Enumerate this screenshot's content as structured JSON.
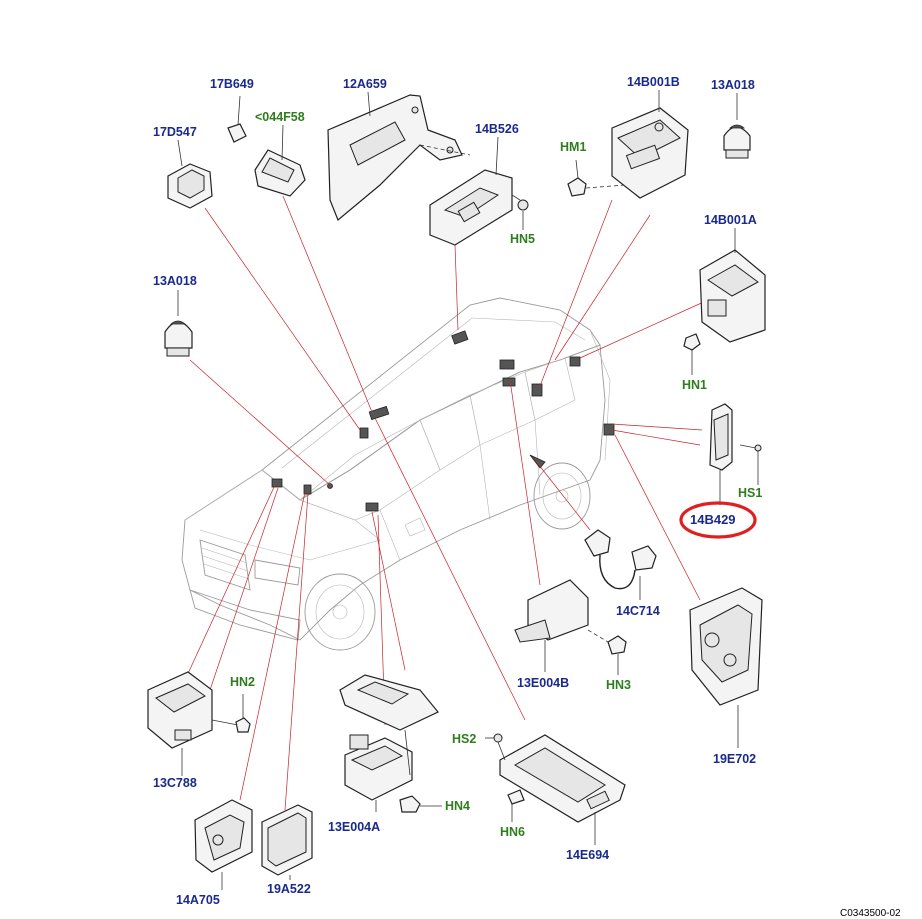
{
  "parts": {
    "p17B649": "17B649",
    "p044F58": "<044F58",
    "p12A659": "12A659",
    "p14B001B": "14B001B",
    "p13A018_top": "13A018",
    "p17D547": "17D547",
    "p14B526": "14B526",
    "pHM1": "HM1",
    "pHN5": "HN5",
    "p14B001A": "14B001A",
    "p13A018_left": "13A018",
    "pHN1": "HN1",
    "pHS1": "HS1",
    "p14B429": "14B429",
    "p14C714": "14C714",
    "pHN2": "HN2",
    "p13E004B": "13E004B",
    "pHN3": "HN3",
    "p13C788": "13C788",
    "pHS2": "HS2",
    "p19E702": "19E702",
    "pHN4": "HN4",
    "p13E004A": "13E004A",
    "pHN6": "HN6",
    "p14E694": "14E694",
    "p14A705": "14A705",
    "p19A522": "19A522"
  },
  "highlight": {
    "part": "14B429",
    "color": "#e02020"
  },
  "colors": {
    "part_number": "#1a2a8c",
    "hardware": "#2f7d1f",
    "callout_line": "#c8242b"
  },
  "footer_ref": "C0343500-02"
}
